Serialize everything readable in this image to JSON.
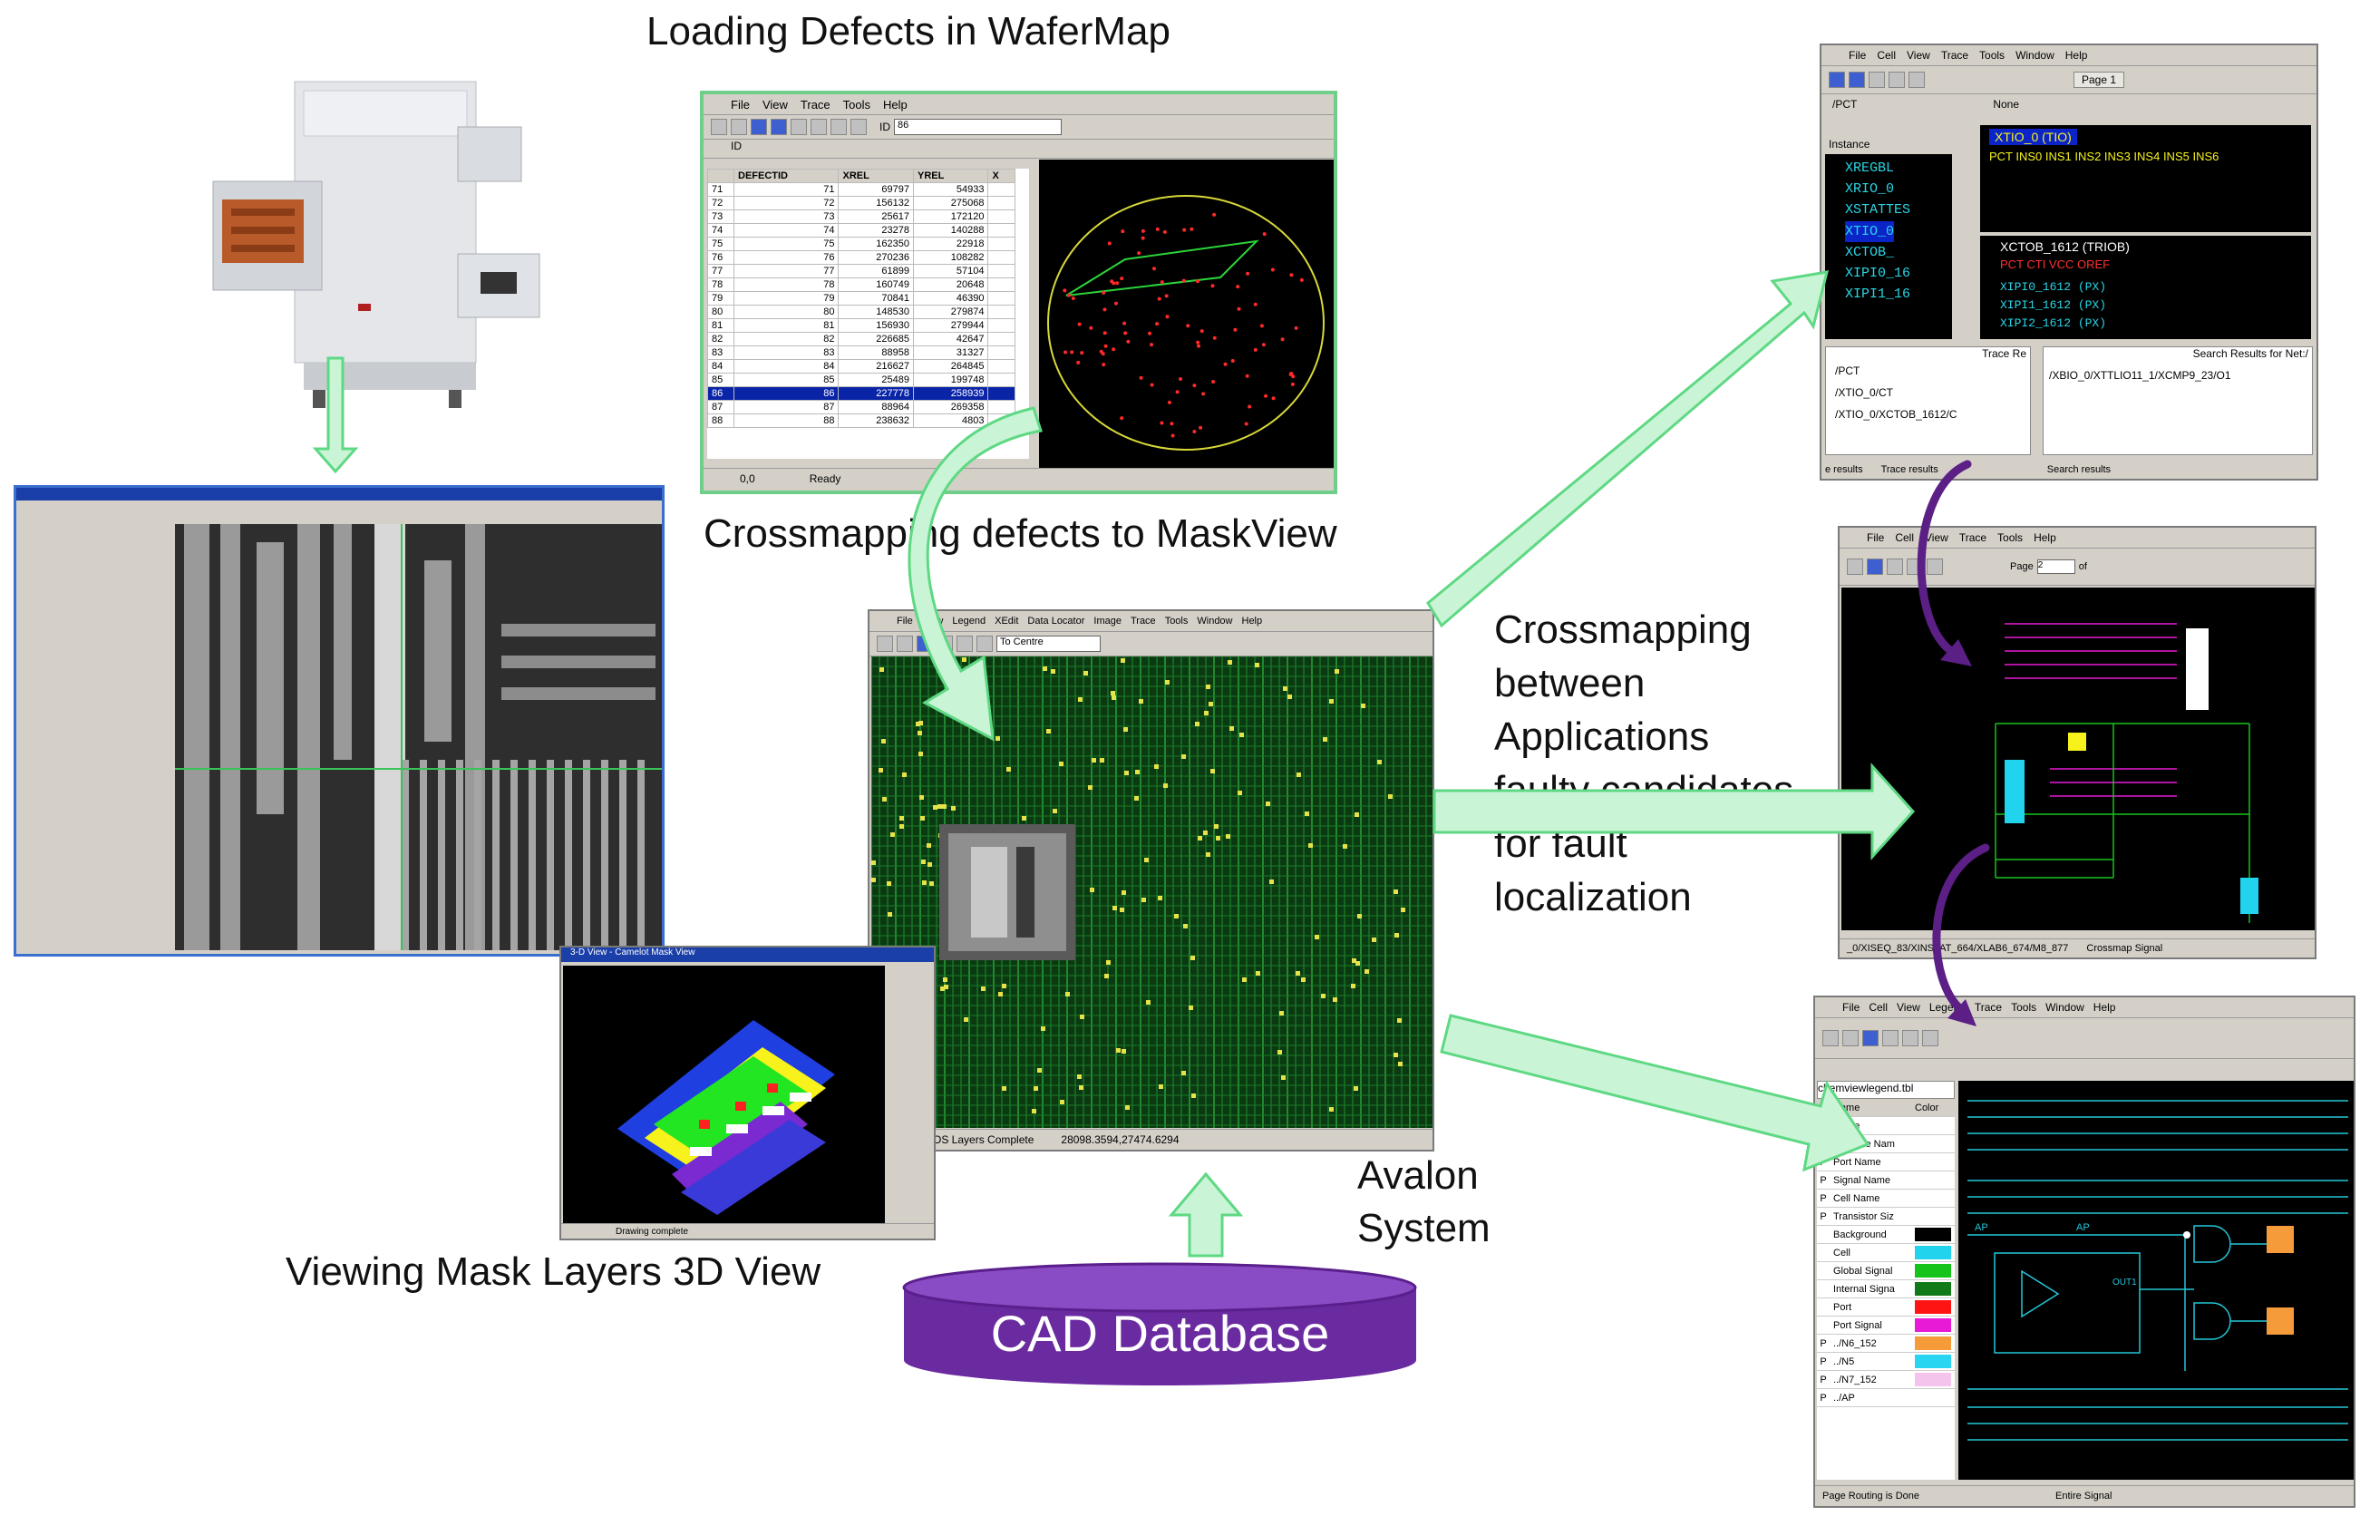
{
  "captions": {
    "loading_defects": "Loading Defects in WaferMap",
    "crossmapping_maskview": "Crossmapping defects to MaskView",
    "crossmapping_between": [
      "Crossmapping",
      "between",
      "Applications",
      "faulty candidates",
      "for fault",
      "localization"
    ],
    "viewing_mask": "Viewing Mask Layers 3D View",
    "avalon": [
      "Avalon",
      "System"
    ],
    "cad_database": "CAD Database"
  },
  "wafermap": {
    "menu": [
      "File",
      "View",
      "Trace",
      "Tools",
      "Help"
    ],
    "id_label": "ID",
    "id_value": "86",
    "columns": [
      "DEFECTID",
      "XREL",
      "YREL",
      "X"
    ],
    "rows": [
      [
        "71",
        "71",
        "69797",
        "54933"
      ],
      [
        "72",
        "72",
        "156132",
        "275068"
      ],
      [
        "73",
        "73",
        "25617",
        "172120"
      ],
      [
        "74",
        "74",
        "23278",
        "140288"
      ],
      [
        "75",
        "75",
        "162350",
        "22918"
      ],
      [
        "76",
        "76",
        "270236",
        "108282"
      ],
      [
        "77",
        "77",
        "61899",
        "57104"
      ],
      [
        "78",
        "78",
        "160749",
        "20648"
      ],
      [
        "79",
        "79",
        "70841",
        "46390"
      ],
      [
        "80",
        "80",
        "148530",
        "279874"
      ],
      [
        "81",
        "81",
        "156930",
        "279944"
      ],
      [
        "82",
        "82",
        "226685",
        "42647"
      ],
      [
        "83",
        "83",
        "88958",
        "31327"
      ],
      [
        "84",
        "84",
        "216627",
        "264845"
      ],
      [
        "85",
        "85",
        "25489",
        "199748"
      ],
      [
        "86",
        "86",
        "227778",
        "258939"
      ],
      [
        "87",
        "87",
        "88964",
        "269358"
      ],
      [
        "88",
        "88",
        "238632",
        "4803"
      ]
    ],
    "selected_row": "86",
    "status_coords": "0,0",
    "status_text": "Ready"
  },
  "pct_window": {
    "menu": [
      "File",
      "Cell",
      "View",
      "Trace",
      "Tools",
      "Window",
      "Help"
    ],
    "page_label": "Page 1",
    "path": "/PCT",
    "none_label": "None",
    "instance_label": "Instance",
    "tree": [
      "XREGBL",
      "XRIO_0",
      "XSTATTES",
      "XTIO_0",
      "XCTOB_",
      "XIPI0_16",
      "XIPI1_16"
    ],
    "top_title": "XTIO_0 (TIO)",
    "top_ports": "PCT  INS0 INS1 INS2 INS3 INS4 INS5 INS6",
    "mid_title": "XCTOB_1612 (TRIOB)",
    "mid_ports": "PCT CTI VCC OREF",
    "mid_items": [
      "XIPI0_1612 (PX)",
      "XIPI1_1612 (PX)",
      "XIPI2_1612 (PX)"
    ],
    "trace_header": "Trace Re",
    "trace_items": [
      "/PCT",
      "/XTIO_0/CT",
      "/XTIO_0/XCTOB_1612/C"
    ],
    "search_header": "Search Results for Net:/",
    "search_item": "/XBIO_0/XTTLIO11_1/XCMP9_23/O1",
    "tabs": [
      "e results",
      "Trace results",
      "Search results"
    ]
  },
  "schematic_window": {
    "menu": [
      "File",
      "Cell",
      "View",
      "Trace",
      "Tools",
      "Help"
    ],
    "page_label": "Page",
    "page_value": "2",
    "page_of": "of",
    "status_path": "_0/XISEQ_83/XINSLAT_664/XLAB6_674/M8_877",
    "status_right": "Crossmap Signal"
  },
  "legend_window": {
    "menu": [
      "File",
      "Cell",
      "View",
      "Legend",
      "Trace",
      "Tools",
      "Window",
      "Help"
    ],
    "file": "chemviewlegend.tbl",
    "columns": [
      "Name",
      "Color"
    ],
    "rows": [
      {
        "p": "",
        "name": "Name",
        "color": ""
      },
      {
        "p": "P",
        "name": "Instance Nam",
        "color": ""
      },
      {
        "p": "P",
        "name": "Port Name",
        "color": ""
      },
      {
        "p": "P",
        "name": "Signal Name",
        "color": ""
      },
      {
        "p": "P",
        "name": "Cell Name",
        "color": ""
      },
      {
        "p": "P",
        "name": "Transistor Siz",
        "color": ""
      },
      {
        "p": "",
        "name": "Background",
        "color": "#000000"
      },
      {
        "p": "",
        "name": "Cell",
        "color": "#22d3ee"
      },
      {
        "p": "",
        "name": "Global Signal",
        "color": "#16c31a"
      },
      {
        "p": "",
        "name": "Internal Signa",
        "color": "#0f7a17"
      },
      {
        "p": "",
        "name": "Port",
        "color": "#ff1414"
      },
      {
        "p": "",
        "name": "Port Signal",
        "color": "#e81ad6"
      },
      {
        "p": "P",
        "name": "../N6_152",
        "color": "#f59b3a"
      },
      {
        "p": "P",
        "name": "../N5",
        "color": "#2ad5f2"
      },
      {
        "p": "P",
        "name": "../N7_152",
        "color": "#f4c4ec"
      },
      {
        "p": "P",
        "name": "../AP",
        "color": ""
      }
    ],
    "status_left": "Page Routing is Done",
    "status_right": "Entire Signal",
    "schematic_labels": [
      "AP",
      "AP",
      "OUT1"
    ]
  },
  "mask_window": {
    "menu": [
      "File",
      "View",
      "Legend",
      "XEdit",
      "Data Locator",
      "Image",
      "Trace",
      "Tools",
      "Window",
      "Help"
    ],
    "zoom_select": "To Centre",
    "status_left": "OS Layers Complete",
    "status_coords": "28098.3594,27474.6294"
  },
  "view3d_window": {
    "title": "3-D View - Camelot Mask View",
    "status": "Drawing complete"
  },
  "colors": {
    "arrow_green_fill": "#c9f5d6",
    "arrow_green_stroke": "#5fd884",
    "purple_arrow": "#5b1f86",
    "cad_db": "#6a2aa0",
    "frame_green": "#6fcf8a"
  }
}
